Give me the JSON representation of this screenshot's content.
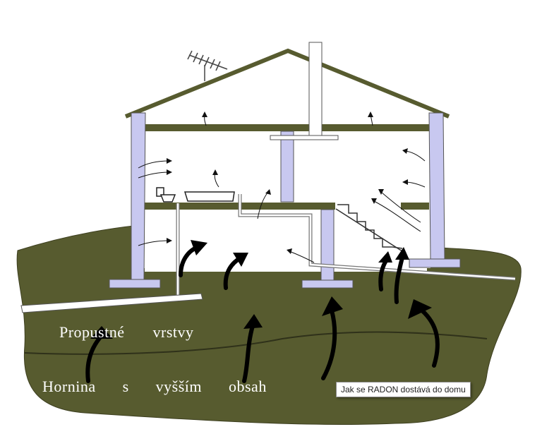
{
  "diagram": {
    "label_permeable_layers": "Propustné vrstvy",
    "label_rock": "Hornina s vyšším obsah",
    "tooltip": "Jak se RADON dostává do domu"
  },
  "colors": {
    "soil": "#575b2f",
    "floor": "#575b2f",
    "pillar": "#c8c8f0",
    "outline": "#333333",
    "arrow": "#000000",
    "background": "#ffffff"
  }
}
